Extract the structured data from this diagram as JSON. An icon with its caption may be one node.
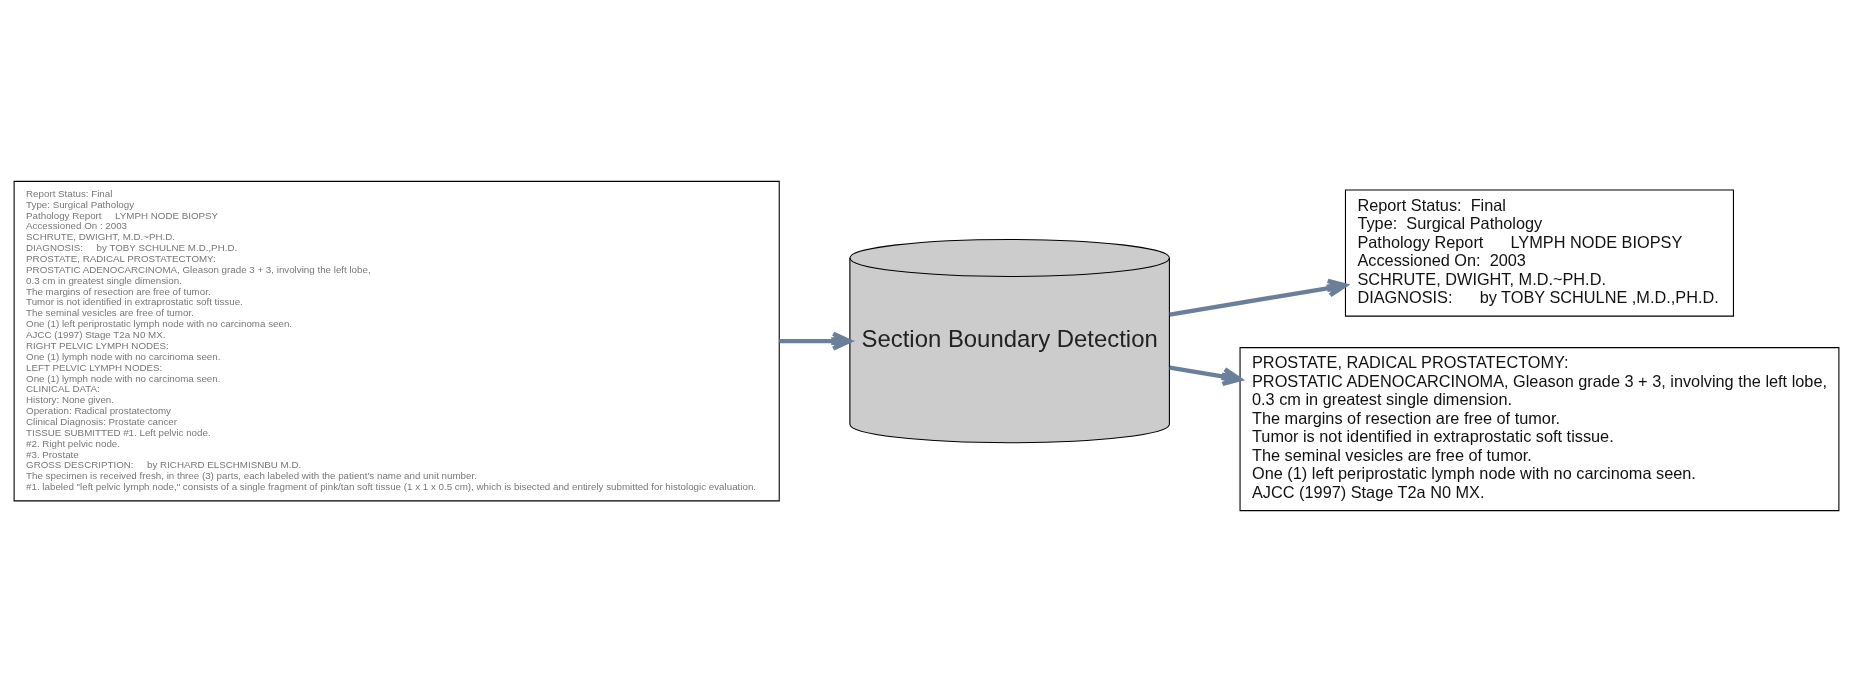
{
  "diagram": {
    "nodes": [
      {
        "text": [
          "Report Status: Final",
          "Type: Surgical Pathology",
          "Pathology Report     LYMPH NODE BIOPSY",
          "Accessioned On : 2003",
          "SCHRUTE, DWIGHT, M.D.~PH.D.",
          "DIAGNOSIS:     by TOBY SCHULNE M.D.,PH.D.",
          "PROSTATE, RADICAL PROSTATECTOMY:",
          "PROSTATIC ADENOCARCINOMA, Gleason grade 3 + 3, involving the left lobe,",
          "0.3 cm in greatest single dimension.",
          "The margins of resection are free of tumor.",
          "Tumor is not identified in extraprostatic soft tissue.",
          "The seminal vesicles are free of tumor.",
          "One (1) left periprostatic lymph node with no carcinoma seen.",
          "AJCC (1997) Stage T2a N0 MX.",
          "RIGHT PELVIC LYMPH NODES:",
          "One (1) lymph node with no carcinoma seen.",
          "LEFT PELVIC LYMPH NODES:",
          "One (1) lymph node with no carcinoma seen.",
          "CLINICAL DATA:",
          "History: None given.",
          "Operation: Radical prostatectomy",
          "Clinical Diagnosis: Prostate cancer",
          "TISSUE SUBMITTED #1. Left pelvic node.",
          "#2. Right pelvic node.",
          "#3. Prostate",
          "GROSS DESCRIPTION:     by RICHARD ELSCHMISNBU M.D.",
          "The specimen is received fresh, in three (3) parts, each labeled with the patient's name and unit number.",
          "#1. labeled \"left pelvic lymph node,\" consists of a single fragment of pink/tan soft tissue (1 x 1 x 0.5 cm), which is bisected and entirely submitted for histologic evaluation."
        ]
      },
      {
        "text": [
          "Section Boundary Detection"
        ]
      },
      {
        "text": [
          "Report Status:  Final",
          "Type:  Surgical Pathology",
          "Pathology Report      LYMPH NODE BIOPSY",
          "Accessioned On:  2003",
          "SCHRUTE, DWIGHT, M.D.~PH.D.",
          "DIAGNOSIS:      by TOBY SCHULNE ,M.D.,PH.D."
        ]
      },
      {
        "text": [
          "PROSTATE, RADICAL PROSTATECTOMY:",
          "PROSTATIC ADENOCARCINOMA, Gleason grade 3 + 3, involving the left lobe,",
          "0.3 cm in greatest single dimension.",
          "The margins of resection are free of tumor.",
          "Tumor is not identified in extraprostatic soft tissue.",
          "The seminal vesicles are free of tumor.",
          "One (1) left periprostatic lymph node with no carcinoma seen.",
          "AJCC (1997) Stage T2a N0 MX."
        ]
      }
    ],
    "edges": [
      {
        "from": 0,
        "to": 1,
        "arrow": "to"
      },
      {
        "from": 1,
        "to": 2,
        "arrow": "to"
      },
      {
        "from": 1,
        "to": 3,
        "arrow": "to"
      }
    ]
  }
}
